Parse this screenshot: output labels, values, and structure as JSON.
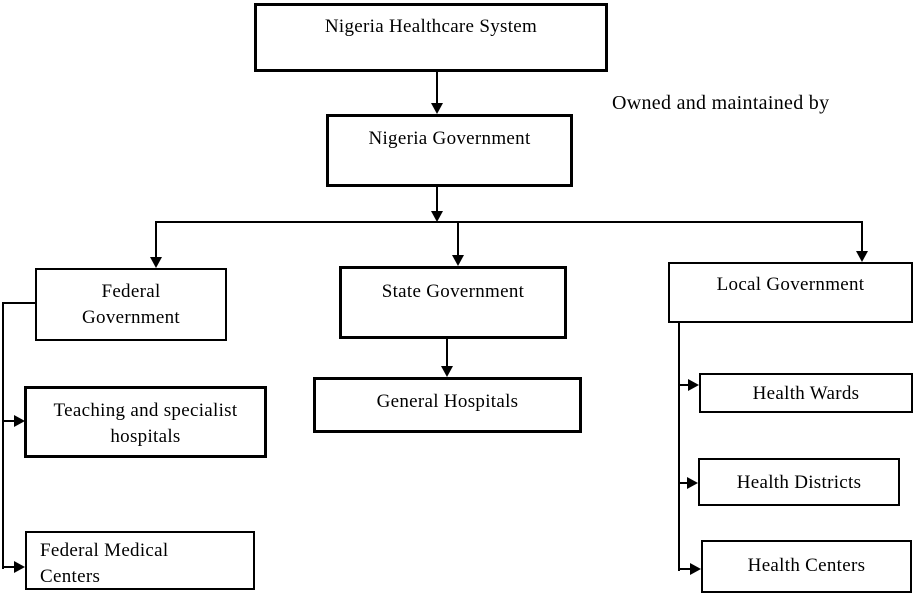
{
  "canvas": {
    "background": "#ffffff",
    "line_color": "#000000",
    "text_color": "#000000"
  },
  "annotation": {
    "text": "Owned and maintained by"
  },
  "nodes": {
    "root": {
      "label": "Nigeria Healthcare System"
    },
    "government": {
      "label": "Nigeria Government"
    },
    "federal": {
      "label": "Federal Government"
    },
    "state": {
      "label": "State Government"
    },
    "local": {
      "label": "Local Government"
    },
    "teaching_hospitals": {
      "label": "Teaching and specialist hospitals"
    },
    "federal_medical": {
      "label": "Federal Medical Centers"
    },
    "general_hospitals": {
      "label": "General Hospitals"
    },
    "health_wards": {
      "label": "Health Wards"
    },
    "health_districts": {
      "label": "Health Districts"
    },
    "health_centers": {
      "label": "Health Centers"
    }
  },
  "edges": [
    {
      "from": "Nigeria Healthcare System",
      "to": "Nigeria Government",
      "note": "Owned and maintained by"
    },
    {
      "from": "Nigeria Government",
      "to": "Federal Government"
    },
    {
      "from": "Nigeria Government",
      "to": "State Government"
    },
    {
      "from": "Nigeria Government",
      "to": "Local Government"
    },
    {
      "from": "Federal Government",
      "to": "Teaching and specialist hospitals"
    },
    {
      "from": "Federal Government",
      "to": "Federal Medical Centers"
    },
    {
      "from": "State Government",
      "to": "General Hospitals"
    },
    {
      "from": "Local Government",
      "to": "Health Wards"
    },
    {
      "from": "Local Government",
      "to": "Health Districts"
    },
    {
      "from": "Local Government",
      "to": "Health Centers"
    }
  ]
}
